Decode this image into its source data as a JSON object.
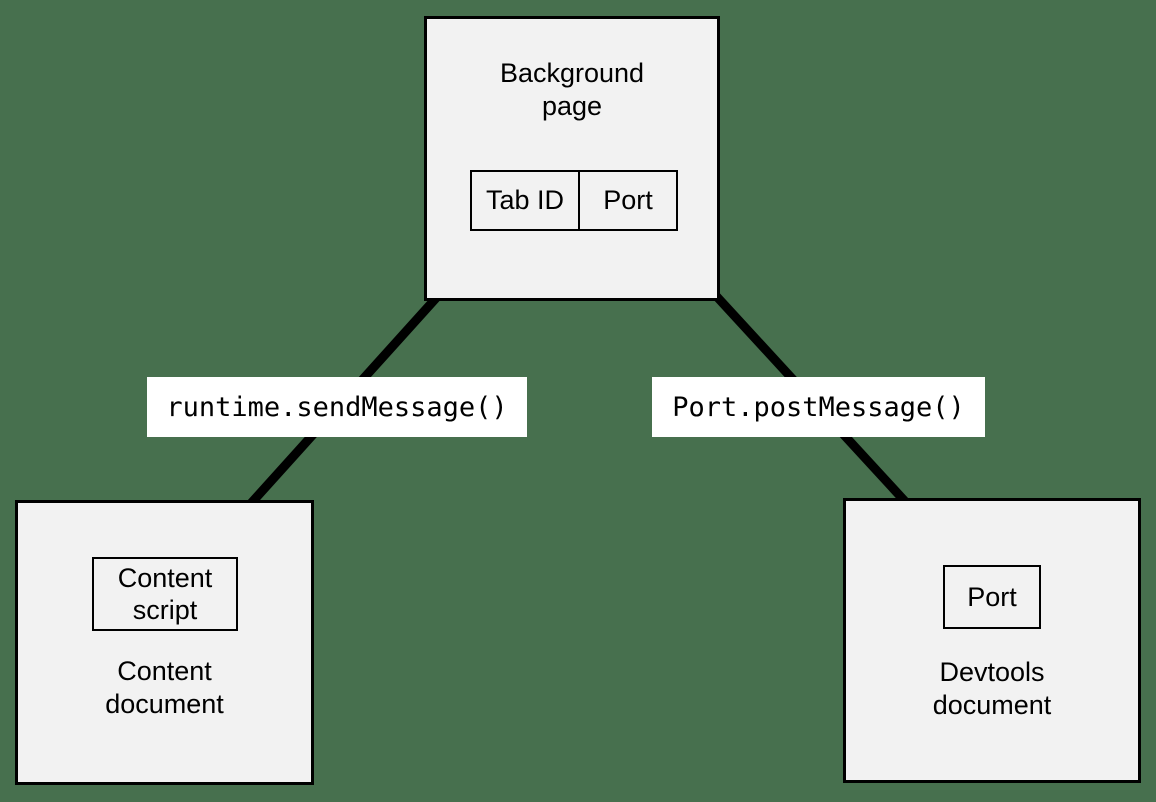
{
  "diagram": {
    "type": "flow-diagram",
    "background_color": "#47704e",
    "node_fill_color": "#f2f2f2",
    "stroke_color": "#000000",
    "label_fill_color": "#ffffff"
  },
  "nodes": {
    "background_page": {
      "title": "Background\npage",
      "table": {
        "cells": [
          {
            "label": "Tab ID"
          },
          {
            "label": "Port"
          }
        ]
      }
    },
    "content_document": {
      "title": "Content\ndocument",
      "inner": {
        "label": "Content\nscript"
      }
    },
    "devtools_document": {
      "title": "Devtools\ndocument",
      "inner": {
        "label": "Port"
      }
    }
  },
  "edges": [
    {
      "id": "content-to-background",
      "label": "runtime.sendMessage()",
      "direction": "bidirectional",
      "from": "content-script",
      "to": "background-page-tab-id"
    },
    {
      "id": "devtools-to-background",
      "label": "Port.postMessage()",
      "direction": "bidirectional",
      "from": "devtools-port",
      "to": "background-page-port"
    }
  ]
}
